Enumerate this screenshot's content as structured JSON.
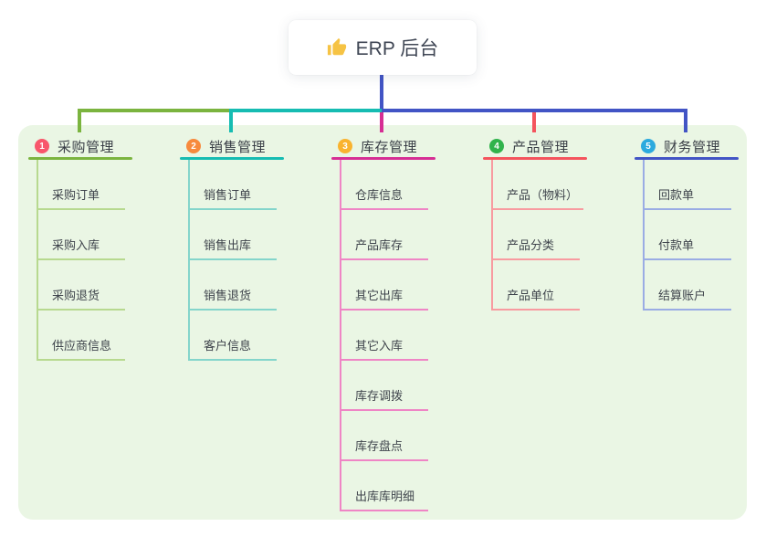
{
  "root": {
    "icon": "thumbs-up",
    "label": "ERP 后台"
  },
  "branches": [
    {
      "num": "1",
      "title": "采购管理",
      "badge_color": "#f8566b",
      "line_color": "#7bb43f",
      "child_line_color": "#b7d98f",
      "children": [
        "采购订单",
        "采购入库",
        "采购退货",
        "供应商信息"
      ]
    },
    {
      "num": "2",
      "title": "销售管理",
      "badge_color": "#f78a3d",
      "line_color": "#16bcb2",
      "child_line_color": "#84d5cb",
      "children": [
        "销售订单",
        "销售出库",
        "销售退货",
        "客户信息"
      ]
    },
    {
      "num": "3",
      "title": "库存管理",
      "badge_color": "#f9b32f",
      "line_color": "#d62e94",
      "child_line_color": "#ef85c5",
      "children": [
        "仓库信息",
        "产品库存",
        "其它出库",
        "其它入库",
        "库存调拨",
        "库存盘点",
        "出库库明细"
      ]
    },
    {
      "num": "4",
      "title": "产品管理",
      "badge_color": "#31b34c",
      "line_color": "#f4545d",
      "child_line_color": "#f89ba0",
      "children": [
        "产品（物料）",
        "产品分类",
        "产品单位"
      ]
    },
    {
      "num": "5",
      "title": "财务管理",
      "badge_color": "#2caade",
      "line_color": "#4254c5",
      "child_line_color": "#9aace4",
      "children": [
        "回款单",
        "付款单",
        "结算账户"
      ]
    }
  ],
  "colors": {
    "panel_bg": "#eaf6e4",
    "canvas_bg": "#ffffff",
    "root_trunk": "#4254c5",
    "text": "#3f444c"
  }
}
